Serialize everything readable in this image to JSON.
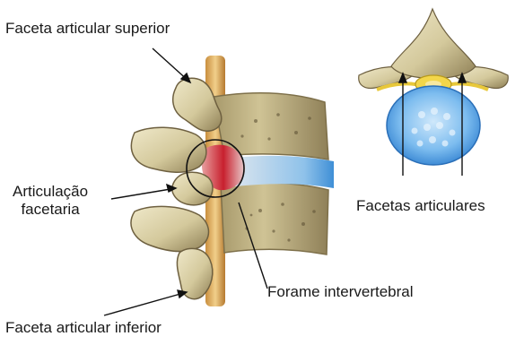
{
  "labels": {
    "faceta_superior": "Faceta articular superior",
    "articulacao_line1": "Articulação",
    "articulacao_line2": "facetaria",
    "facetas_articulares": "Facetas articulares",
    "forame_intervertebral": "Forame intervertebral",
    "faceta_inferior": "Faceta articular inferior"
  },
  "colors": {
    "bone": "#d9cfa8",
    "bone_shadow": "#9b8c62",
    "disc_blue": "#5aa8e8",
    "nerve_yellow": "#e8c83a",
    "cartilage_red": "#c8202e",
    "leader_line": "#111111"
  }
}
